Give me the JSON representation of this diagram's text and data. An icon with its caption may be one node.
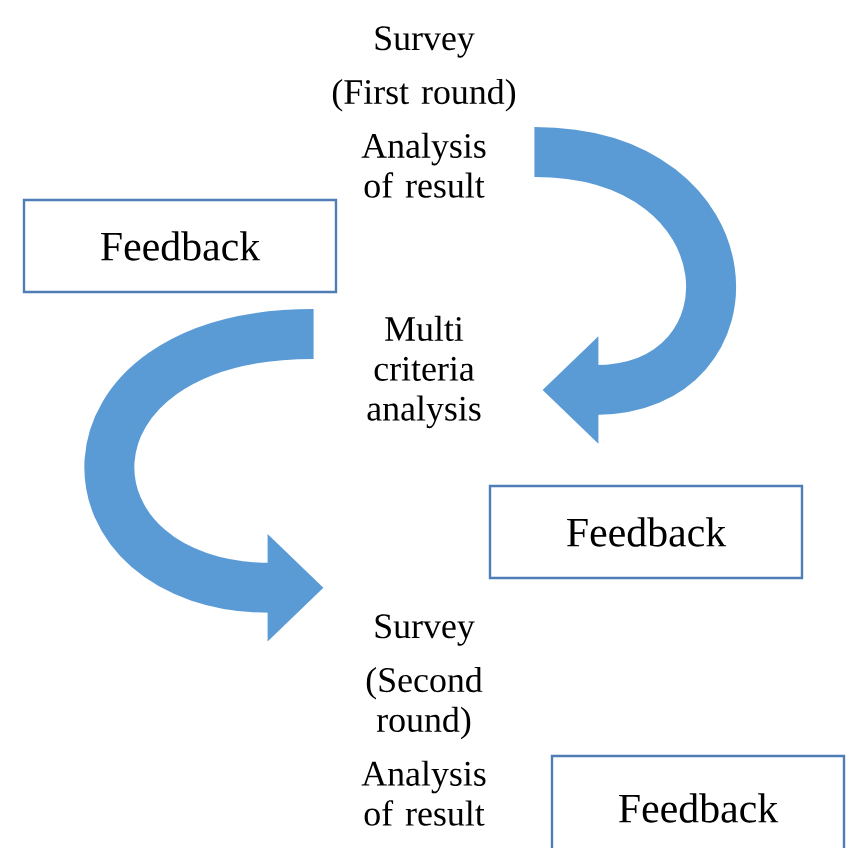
{
  "diagram": {
    "nodes": [
      {
        "text": [
          "Survey",
          "(First round)",
          "Analysis of result"
        ]
      },
      {
        "text": [
          "Feedback"
        ]
      },
      {
        "text": [
          "Multi criteria analysis"
        ]
      },
      {
        "text": [
          "Feedback"
        ]
      },
      {
        "text": [
          "Survey",
          "(Second round)",
          "Analysis of result"
        ]
      },
      {
        "text": [
          "Feedback"
        ]
      }
    ],
    "edges": [
      {
        "from": 0,
        "to": 2,
        "arrow": "to"
      },
      {
        "from": 2,
        "to": 4,
        "arrow": "to"
      }
    ]
  }
}
